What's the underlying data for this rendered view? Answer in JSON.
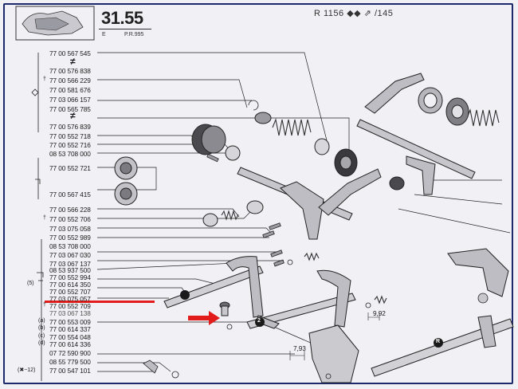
{
  "header": {
    "page_number": "31.55",
    "sub_left": "E",
    "sub_right": "P.R.995",
    "reference": "R 1156 ◆◆ ⇗ /145"
  },
  "parts": [
    {
      "id": "p01",
      "number": "77 00 567 545",
      "prefix": ""
    },
    {
      "id": "p02",
      "number": "77 00 576 838",
      "prefix": ""
    },
    {
      "id": "p03",
      "number": "77 00 566 229",
      "prefix": "†"
    },
    {
      "id": "p04",
      "number": "77 00 581 676",
      "prefix": ""
    },
    {
      "id": "p05",
      "number": "77 03 066 157",
      "prefix": ""
    },
    {
      "id": "p06",
      "number": "77 00 565 785",
      "prefix": ""
    },
    {
      "id": "p07",
      "number": "77 00 576 839",
      "prefix": ""
    },
    {
      "id": "p08",
      "number": "77 00 552 718",
      "prefix": ""
    },
    {
      "id": "p09",
      "number": "77 00 552 716",
      "prefix": ""
    },
    {
      "id": "p10",
      "number": "08 53 708 000",
      "prefix": ""
    },
    {
      "id": "p11",
      "number": "77 00 552 721",
      "prefix": ""
    },
    {
      "id": "p12",
      "number": "77 00 567 415",
      "prefix": ""
    },
    {
      "id": "p13",
      "number": "77 00 566 228",
      "prefix": ""
    },
    {
      "id": "p14",
      "number": "77 00 552 706",
      "prefix": "†"
    },
    {
      "id": "p15",
      "number": "77 03 075 058",
      "prefix": ""
    },
    {
      "id": "p16",
      "number": "77 00 552 989",
      "prefix": ""
    },
    {
      "id": "p17",
      "number": "08 53 708 000",
      "prefix": ""
    },
    {
      "id": "p18",
      "number": "77 03 067 030",
      "prefix": ""
    },
    {
      "id": "p19",
      "number": "77 03 067 137",
      "prefix": ""
    },
    {
      "id": "p20",
      "number": "08 53 937 500",
      "prefix": ""
    },
    {
      "id": "p21",
      "number": "77 00 552 994",
      "prefix": ""
    },
    {
      "id": "p22",
      "number": "77 00 614 350",
      "prefix": "(5)"
    },
    {
      "id": "p23",
      "number": "77 00 552 707",
      "prefix": ""
    },
    {
      "id": "p24",
      "number": "77 03 075 057",
      "prefix": ""
    },
    {
      "id": "p25",
      "number": "77 00 552 709",
      "prefix": "†"
    },
    {
      "id": "p26",
      "number": "77 03 067 138",
      "prefix": ""
    },
    {
      "id": "p27",
      "number": "77 00 553 009",
      "prefix": "(a)"
    },
    {
      "id": "p28",
      "number": "77 00 614 337",
      "prefix": "(b)"
    },
    {
      "id": "p29",
      "number": "77 00 554 048",
      "prefix": "(c)"
    },
    {
      "id": "p30",
      "number": "77 00 614 336",
      "prefix": "(d)"
    },
    {
      "id": "p31",
      "number": "07 72 590 900",
      "prefix": ""
    },
    {
      "id": "p32",
      "number": "08 55 779 500",
      "prefix": ""
    },
    {
      "id": "p33",
      "number": "77 00 547 101",
      "prefix": "(✖−12)"
    }
  ],
  "callouts": {
    "dim_1": "9,92",
    "dim_2": "7,93",
    "badge_1": "2",
    "badge_2": "R",
    "not_equal_1": "≠",
    "not_equal_2": "≠"
  },
  "colors": {
    "highlight": "#e21b1b",
    "ink": "#1a1a1a",
    "border": "#1c2a6b"
  }
}
